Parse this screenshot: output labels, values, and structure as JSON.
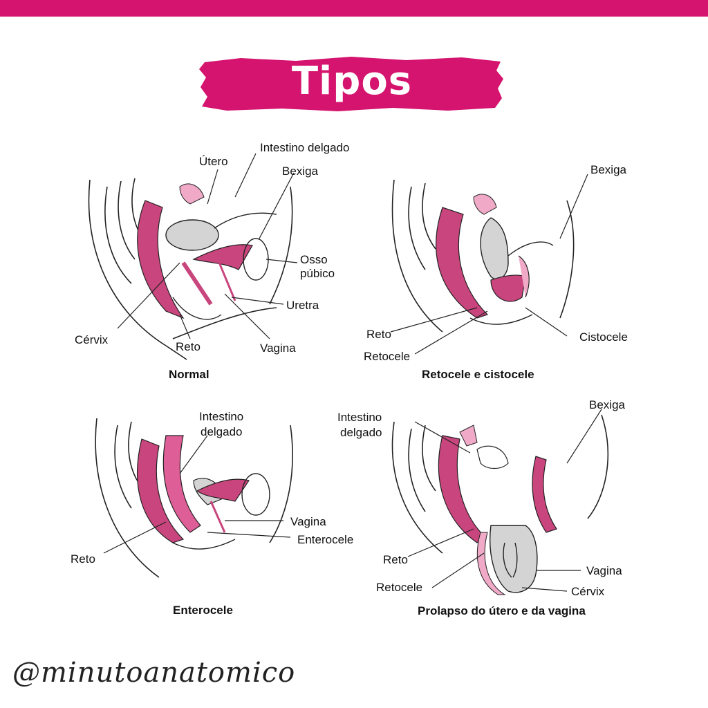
{
  "colors": {
    "accent": "#d4146e",
    "tissue_pink": "#c9457d",
    "light_pink": "#f0aac8",
    "organ_gray": "#d4d4d4",
    "line": "#222222"
  },
  "title": "Tipos",
  "panels": {
    "normal": {
      "caption": "Normal",
      "labels": {
        "intestino": "Intestino delgado",
        "utero": "Útero",
        "bexiga": "Bexiga",
        "osso_1": "Osso",
        "osso_2": "púbico",
        "uretra": "Uretra",
        "vagina": "Vagina",
        "reto": "Reto",
        "cervix": "Cérvix"
      }
    },
    "retocele_cistocele": {
      "caption": "Retocele e cistocele",
      "labels": {
        "bexiga": "Bexiga",
        "reto": "Reto",
        "retocele": "Retocele",
        "cistocele": "Cistocele"
      }
    },
    "enterocele": {
      "caption": "Enterocele",
      "labels": {
        "intestino_1": "Intestino",
        "intestino_2": "delgado",
        "vagina": "Vagina",
        "enterocele": "Enterocele",
        "reto": "Reto"
      }
    },
    "prolapso": {
      "caption": "Prolapso do útero e da vagina",
      "labels": {
        "intestino_1": "Intestino",
        "intestino_2": "delgado",
        "bexiga": "Bexiga",
        "reto": "Reto",
        "retocele": "Retocele",
        "vagina": "Vagina",
        "cervix": "Cérvix"
      }
    }
  },
  "footer": {
    "handle": "@minutoanatomico"
  }
}
